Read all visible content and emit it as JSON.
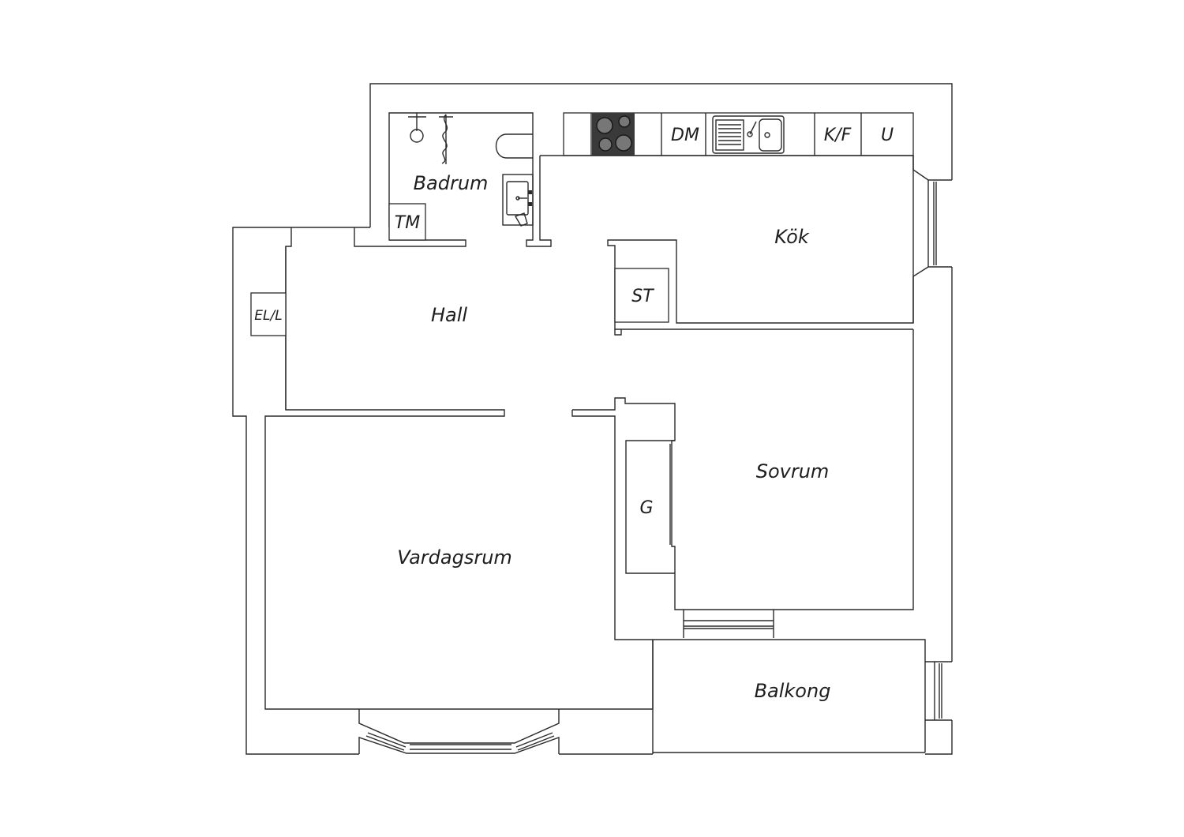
{
  "rooms": {
    "badrum": "Badrum",
    "kok": "Kök",
    "hall": "Hall",
    "sovrum": "Sovrum",
    "vardagsrum": "Vardagsrum",
    "balkong": "Balkong"
  },
  "fixtures": {
    "tm": "TM",
    "st": "ST",
    "el": "EL/L",
    "g": "G",
    "dm": "DM",
    "kf": "K/F",
    "u": "U"
  },
  "colors": {
    "wall_stroke": "#2b2b2b",
    "background": "#ffffff",
    "stove_top": "#3a3a3a"
  }
}
